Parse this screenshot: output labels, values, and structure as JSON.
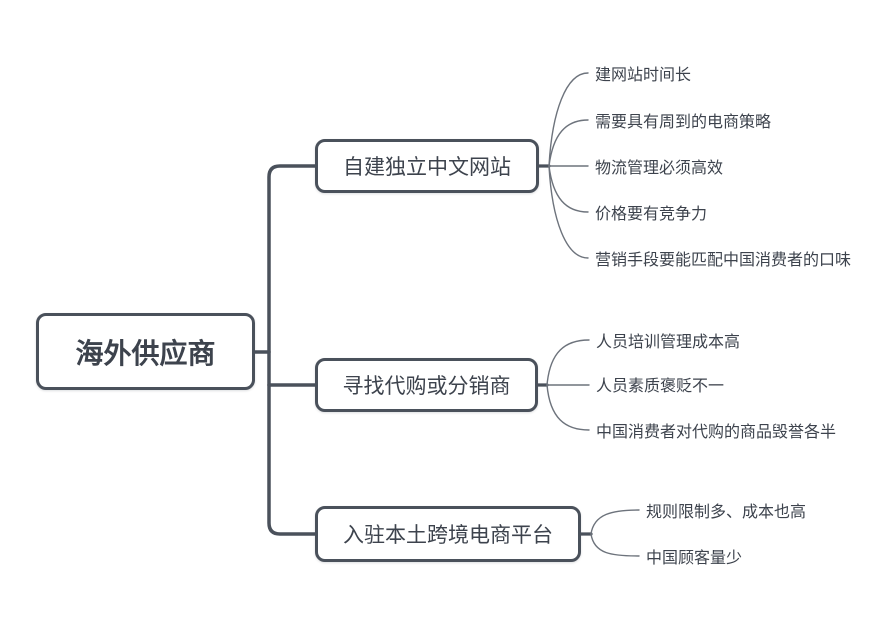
{
  "mindmap": {
    "root": {
      "label": "海外供应商"
    },
    "branches": [
      {
        "label": "自建独立中文网站",
        "children": [
          "建网站时间长",
          "需要具有周到的电商策略",
          "物流管理必须高效",
          "价格要有竞争力",
          "营销手段要能匹配中国消费者的口味"
        ]
      },
      {
        "label": "寻找代购或分销商",
        "children": [
          "人员培训管理成本高",
          "人员素质褒贬不一",
          "中国消费者对代购的商品毁誉各半"
        ]
      },
      {
        "label": "入驻本土跨境电商平台",
        "children": [
          "规则限制多、成本也高",
          "中国顾客量少"
        ]
      }
    ]
  },
  "colors": {
    "background": "#ffffff",
    "node_border": "#4a515b",
    "node_fill": "#ffffff",
    "text": "#3d434d",
    "trunk_line": "#4a515b",
    "leaf_line": "#6d737c"
  }
}
